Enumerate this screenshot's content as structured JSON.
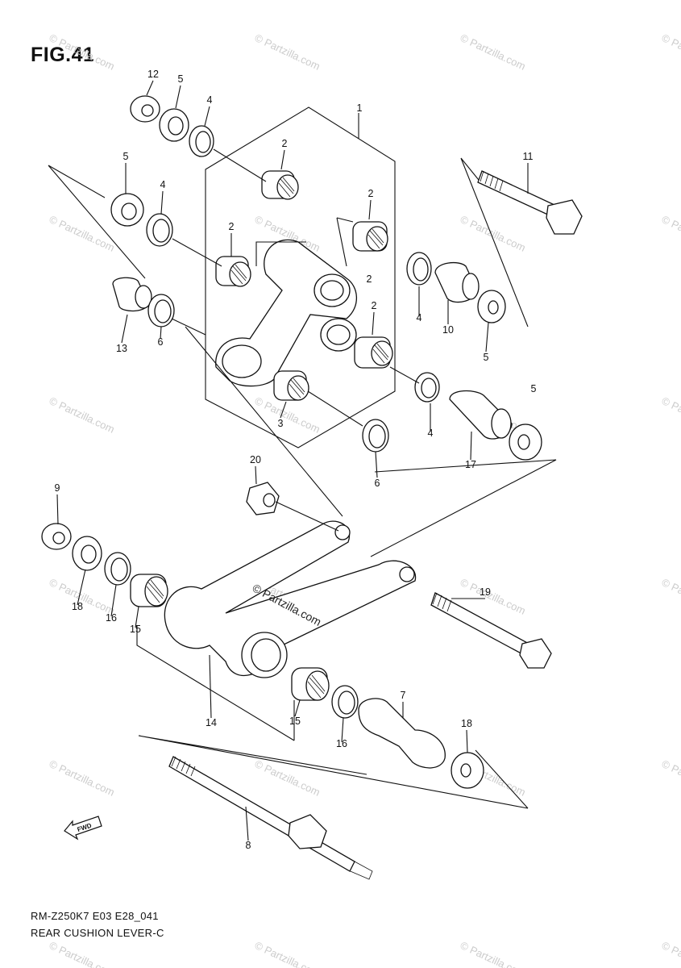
{
  "figure_label": "FIG.41",
  "model_code": "RM-Z250K7 E03 E28_041",
  "diagram_title": "REAR CUSHION LEVER-C",
  "center_watermark": "© Partzilla.com",
  "background_watermark": "© Partzilla.com",
  "front_arrow_text": "FWD",
  "callouts": [
    "12",
    "5",
    "4",
    "1",
    "2",
    "5",
    "4",
    "2",
    "2",
    "11",
    "2",
    "4",
    "10",
    "5",
    "13",
    "6",
    "2",
    "3",
    "4",
    "5",
    "17",
    "6",
    "20",
    "9",
    "19",
    "18",
    "16",
    "15",
    "14",
    "7",
    "15",
    "16",
    "18",
    "8"
  ]
}
